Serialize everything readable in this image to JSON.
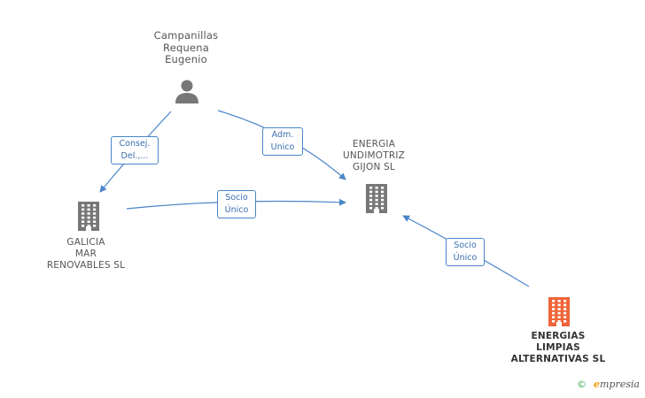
{
  "nodes": {
    "person": {
      "lines": [
        "Campanillas",
        "Requena",
        "Eugenio"
      ],
      "icon": "person-icon",
      "color": "#777777"
    },
    "energia_undimotriz": {
      "lines": [
        "ENERGIA",
        "UNDIMOTRIZ",
        "GIJON SL"
      ],
      "icon": "building-icon",
      "color": "#777777"
    },
    "galicia_mar": {
      "lines": [
        "GALICIA",
        "MAR",
        "RENOVABLES SL"
      ],
      "icon": "building-icon",
      "color": "#777777"
    },
    "energias_limpias": {
      "lines": [
        "ENERGIAS",
        "LIMPIAS",
        "ALTERNATIVAS SL"
      ],
      "icon": "building-icon",
      "color": "#f0643a"
    }
  },
  "edges": {
    "consej": {
      "lines": [
        "Consej.",
        "Del.,..."
      ]
    },
    "adm": {
      "lines": [
        "Adm.",
        "Unico"
      ]
    },
    "socio_galicia": {
      "lines": [
        "Socio",
        "Único"
      ]
    },
    "socio_limpias": {
      "lines": [
        "Socio",
        "Único"
      ]
    }
  },
  "edge_color": "#4a86c8",
  "footer": {
    "copyright": "©",
    "brand_initial": "e",
    "brand_rest": "mpresia"
  }
}
